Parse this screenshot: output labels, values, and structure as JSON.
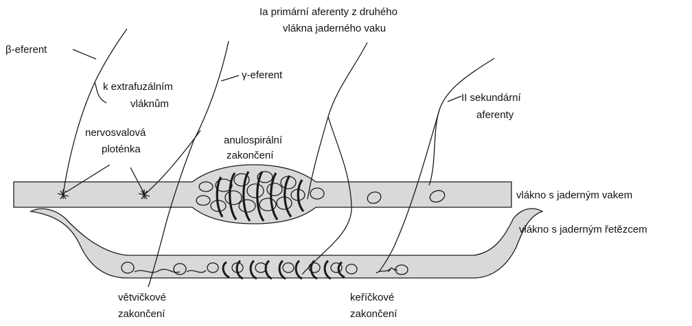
{
  "labels": {
    "beta_efferent": "β-eferent",
    "extrafusal_line1": "k extrafuzálním",
    "extrafusal_line2": "vláknům",
    "gamma_efferent": "γ-eferent",
    "endplate_line1": "nervosvalová",
    "endplate_line2": "ploténka",
    "annulospiral_line1": "anulospirální",
    "annulospiral_line2": "zakončení",
    "primary_line1": "Ia primární aferenty z druhého",
    "primary_line2": "vlákna jaderného vaku",
    "secondary_line1": "II sekundární",
    "secondary_line2": "aferenty",
    "bag_fiber": "vlákno s jaderným vakem",
    "chain_fiber": "vlákno s jaderným řetězcem",
    "trail_line1": "větvičkové",
    "trail_line2": "zakončení",
    "flower_line1": "keříčkové",
    "flower_line2": "zakončení"
  },
  "colors": {
    "fiber_fill": "#d9d9d9",
    "ink": "#1a1a1a",
    "background": "#ffffff"
  }
}
